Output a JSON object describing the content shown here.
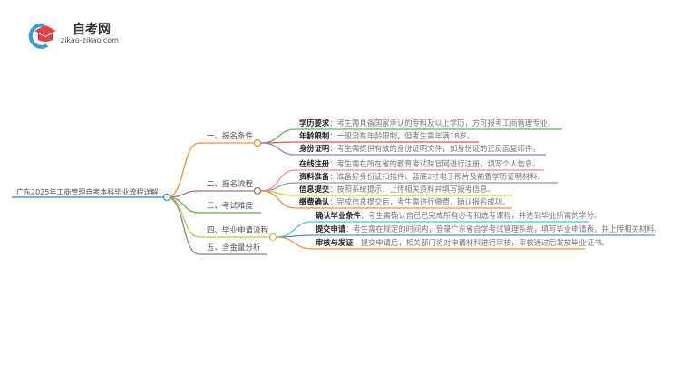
{
  "logo": {
    "name": "自考网",
    "url": "zikao-zikao.com"
  },
  "root": {
    "label": "广东2025年工商管理自考本科毕业流程详解",
    "color": "#4a90c8"
  },
  "branches": [
    {
      "label": "一、报名条件",
      "color": "#f0913a",
      "leaves": [
        {
          "title": "学历要求",
          "text": "考生需具备国家承认的专科及以上学历，方可报考工商管理专业。",
          "color": "#5cb85c"
        },
        {
          "title": "年龄限制",
          "text": "一般没有年龄限制，但考生需年满18岁。",
          "color": "#e05555"
        },
        {
          "title": "身份证明",
          "text": "考生需提供有效的身份证明文件，如身份证的正反面复印件。",
          "color": "#9b7ad0"
        }
      ]
    },
    {
      "label": "二、报名流程",
      "color": "#a07868",
      "leaves": [
        {
          "title": "在线注册",
          "text": "考生需在所在省的教育考试院官网进行注册，填写个人信息。",
          "color": "#e884c8"
        },
        {
          "title": "资料准备",
          "text": "准备好身份证扫描件、蓝底2寸电子照片及前置学历证明材料。",
          "color": "#999999"
        },
        {
          "title": "信息提交",
          "text": "按照系统提示，上传相关资料并填写报考信息。",
          "color": "#c8c850"
        },
        {
          "title": "缴费确认",
          "text": "完成信息提交后，考生需进行缴费，确认报名成功。",
          "color": "#f0913a"
        }
      ]
    },
    {
      "label": "三、考试难度",
      "color": "#5cb040",
      "leaves": []
    },
    {
      "label": "四、毕业申请流程",
      "color": "#c8c850",
      "leaves": [
        {
          "title": "确认毕业条件",
          "text": "考生需确认自己已完成所有必考和选考课程，并达到毕业所需的学分。",
          "color": "#40c8d8"
        },
        {
          "title": "提交申请",
          "text": "考生需在规定的时间内，登录广东省自学考试管理系统，填写毕业申请表，并上传相关材料。",
          "color": "#5090c8"
        },
        {
          "title": "审核与发证",
          "text": "提交申请后，相关部门将对申请材料进行审核，审核通过后发放毕业证书。",
          "color": "#f0913a"
        }
      ]
    },
    {
      "label": "五、含金量分析",
      "color": "#888888",
      "leaves": []
    }
  ]
}
